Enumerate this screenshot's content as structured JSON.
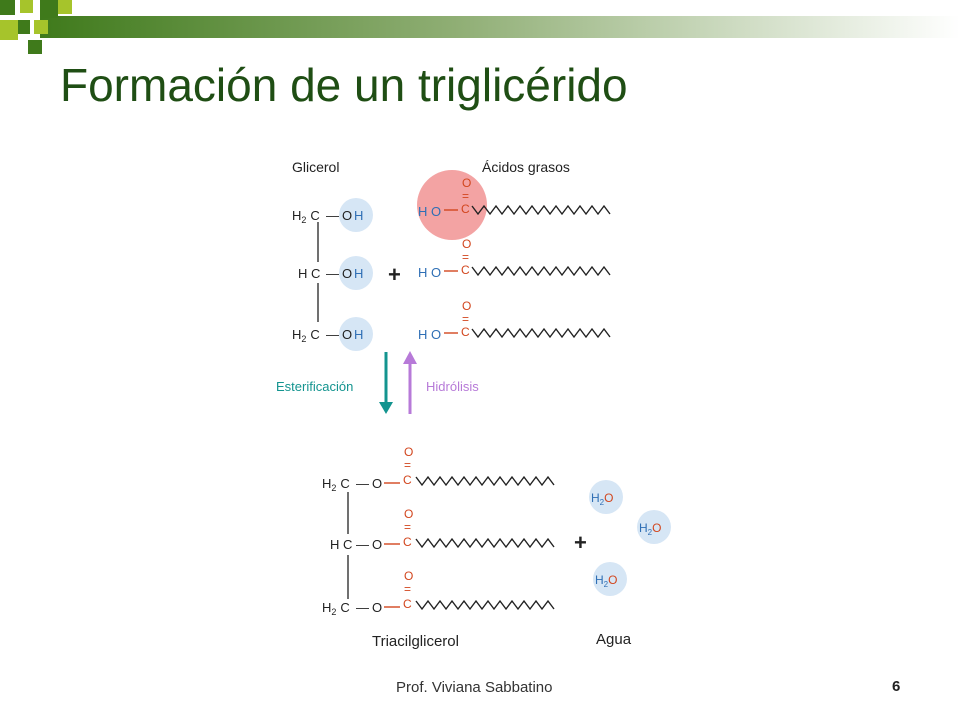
{
  "slide": {
    "title": "Formación de un triglicérido",
    "author": "Prof. Viviana Sabbatino",
    "page_number": "6"
  },
  "diagram": {
    "glycerol_label": "Glicerol",
    "fatty_acids_label": "Ácidos grasos",
    "esterification_label": "Esterificación",
    "hydrolysis_label": "Hidrólisis",
    "triglyceride_label": "Triacilglicerol",
    "water_label": "Agua",
    "plus": "+",
    "atoms": {
      "h2": "H",
      "sub2": "2",
      "c": "C",
      "hc": "H C",
      "o": "O",
      "h": "H",
      "ho": "H O",
      "dash": "—",
      "eq": "=",
      "water_h": "H",
      "water_o": "O"
    }
  },
  "colors": {
    "title": "#1f4e14",
    "oh_circle": "#d6e6f5",
    "highlight_circle": "#f08c8c",
    "oxygen_red": "#d2461e",
    "hydrogen_blue": "#2f6fb5",
    "esterification_arrow": "#13948f",
    "hydrolysis_arrow": "#b77ad8"
  }
}
